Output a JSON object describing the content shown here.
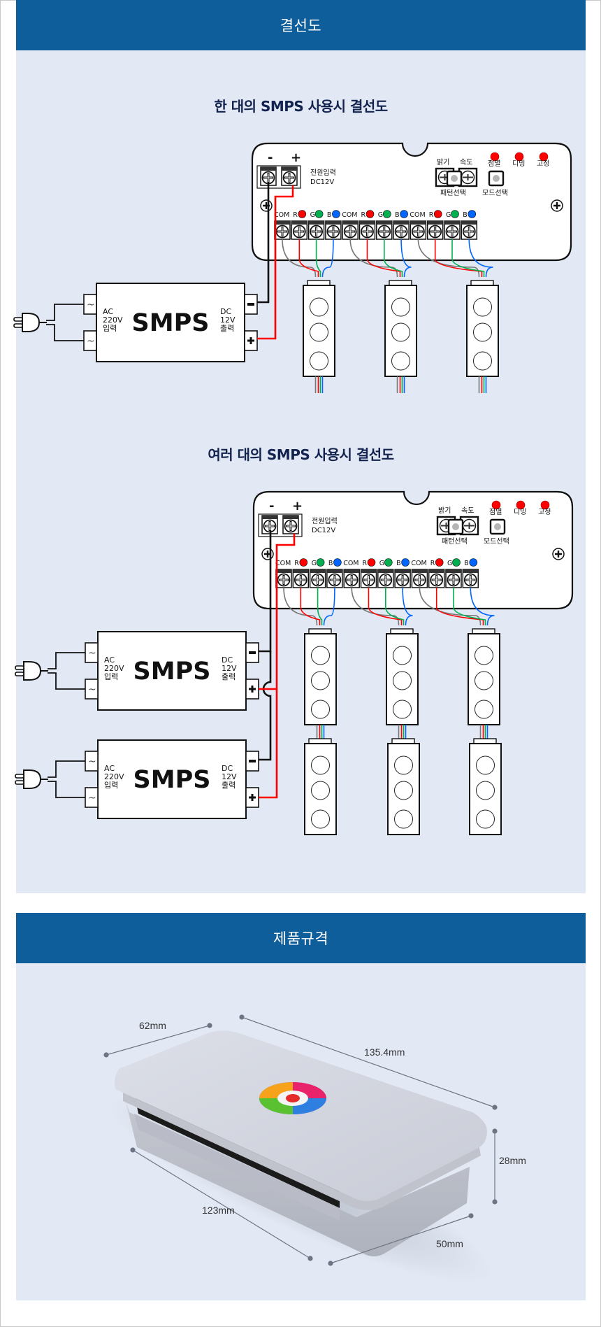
{
  "sections": {
    "wiring": {
      "header": "결선도"
    },
    "spec": {
      "header": "제품규격"
    }
  },
  "diagrams": [
    {
      "title": "한 대의 SMPS 사용시 결선도",
      "smps_count": 1,
      "led_rows": 1
    },
    {
      "title": "여러 대의 SMPS 사용시 결선도",
      "smps_count": 2,
      "led_rows": 2
    }
  ],
  "controller": {
    "power_minus": "-",
    "power_plus": "+",
    "power_label_1": "전원입력",
    "power_label_2": "DC12V",
    "knobs": [
      "밝기",
      "속도"
    ],
    "indicators": [
      "점멸",
      "디밍",
      "고정"
    ],
    "buttons": [
      "패턴선택",
      "모드선택"
    ],
    "channel_labels": [
      "COM",
      "R",
      "G",
      "B",
      "COM",
      "R",
      "G",
      "B",
      "COM",
      "R",
      "G",
      "B"
    ],
    "channel_colors": {
      "COM": "#777777",
      "R": "#ff0000",
      "G": "#00b050",
      "B": "#0066ff"
    }
  },
  "smps": {
    "name": "SMPS",
    "ac_label": [
      "AC",
      "220V",
      "입력"
    ],
    "dc_label": [
      "DC",
      "12V",
      "출력"
    ],
    "ac_symbol": "~",
    "minus": "-",
    "plus": "+"
  },
  "dimensions": {
    "width_top": "62mm",
    "length_top": "135.4mm",
    "height": "28mm",
    "length_bottom": "123mm",
    "width_bottom": "50mm"
  },
  "colors": {
    "header_bg": "#0f5e9c",
    "panel_bg": "#e3e9f4",
    "title_text": "#13234f",
    "wire_red": "#ff0000",
    "wire_black": "#111111"
  }
}
